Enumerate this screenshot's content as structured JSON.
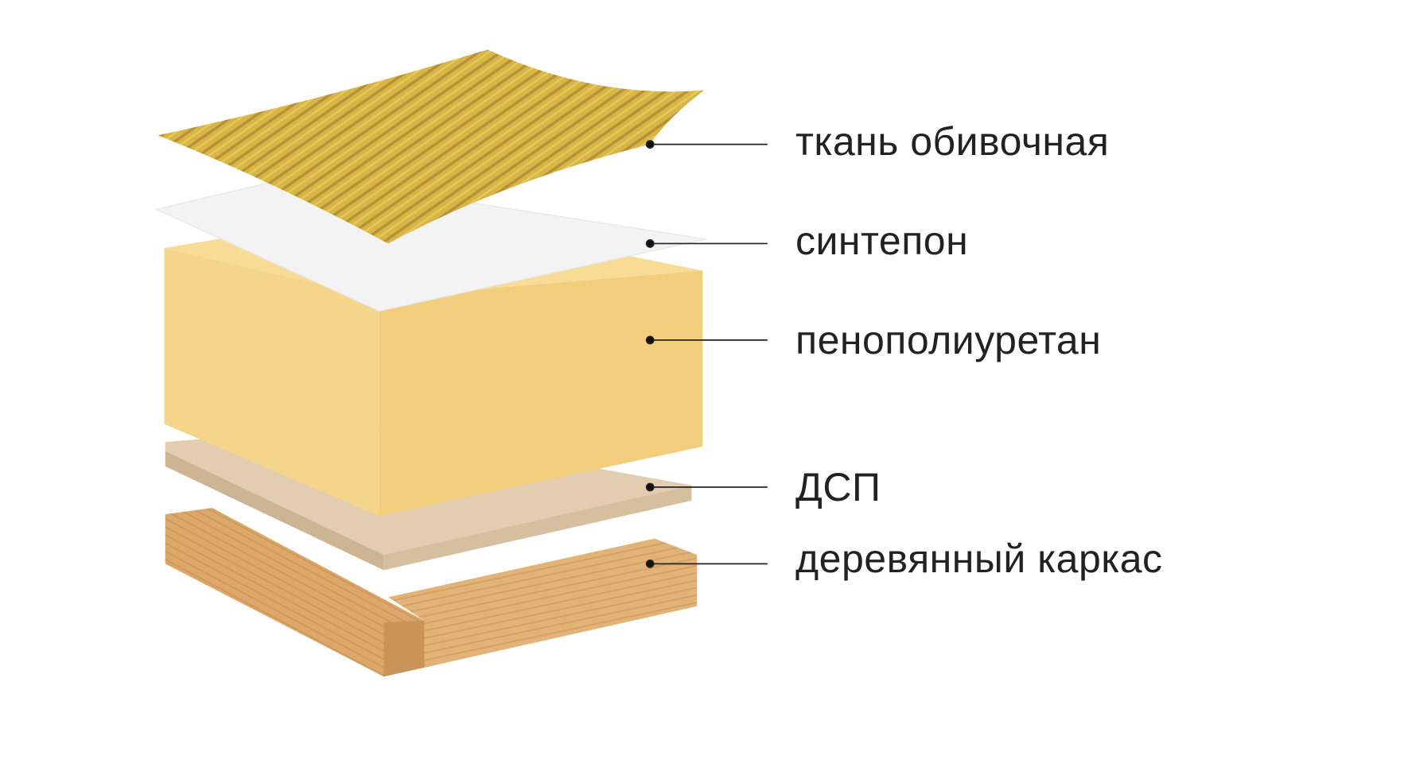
{
  "layers": [
    {
      "label": "ткань обивочная",
      "color": "#d9b84a"
    },
    {
      "label": "синтепон",
      "color": "#f4f4f4"
    },
    {
      "label": "пенополиуретан",
      "color": "#f4d488"
    },
    {
      "label": "ДСП",
      "color": "#dcc6a8"
    },
    {
      "label": "деревянный каркас",
      "color": "#d9a86a"
    }
  ]
}
